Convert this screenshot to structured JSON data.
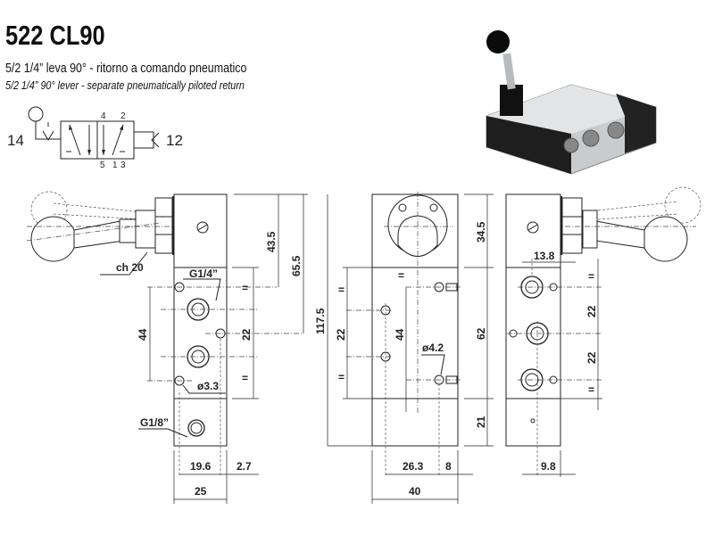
{
  "header": {
    "title": "522 CL90",
    "subtitle_it": "5/2 1/4” leva 90° - ritorno a comando pneumatico",
    "subtitle_en": "5/2 1/4” 90° lever - separate pneumatically piloted return"
  },
  "symbol": {
    "left_port": "14",
    "right_port": "12",
    "top_ports": [
      "4",
      "2"
    ],
    "bottom_ports": [
      "5",
      "1",
      "3"
    ]
  },
  "left_view": {
    "wrench": "ch 20",
    "thread_main": "G1/4”",
    "thread_pilot": "G1/8”",
    "hole": "ø3.3",
    "dim_44": "44",
    "dim_22": "22",
    "equal": "=",
    "dim_43_5": "43.5",
    "dim_65_5": "65.5",
    "dim_117_5": "117.5",
    "dim_19_6": "19.6",
    "dim_2_7": "2.7",
    "dim_25": "25"
  },
  "front_view": {
    "equal": "=",
    "dim_22": "22",
    "dim_44": "44",
    "hole": "ø4.2",
    "dim_34_5": "34.5",
    "dim_62": "62",
    "dim_21": "21",
    "dim_26_3": "26.3",
    "dim_8": "8",
    "dim_40": "40"
  },
  "right_view": {
    "dim_13_8": "13.8",
    "equal": "=",
    "dim_22a": "22",
    "dim_22b": "22",
    "dim_9_8": "9.8"
  }
}
